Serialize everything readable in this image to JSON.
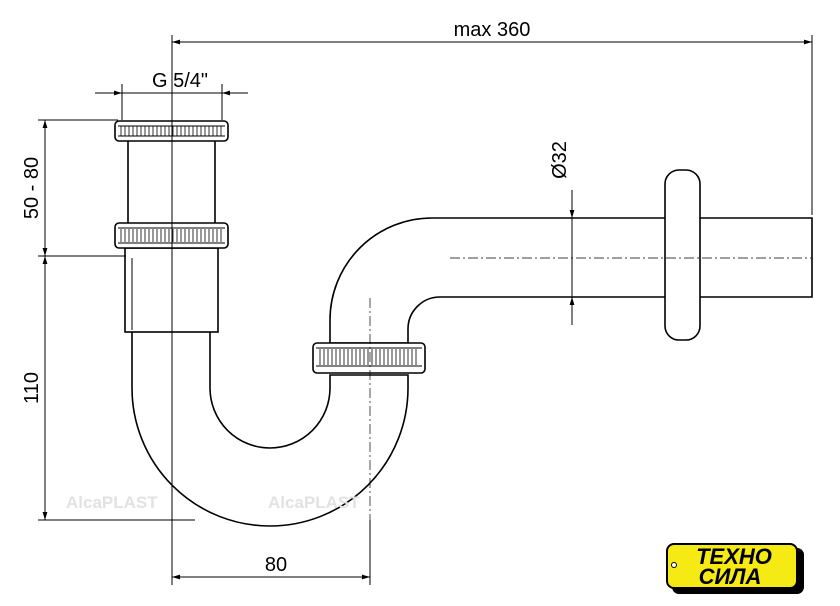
{
  "title": "Bottle siphon dimension drawing",
  "dimensions": {
    "max_length": "max 360",
    "thread": "G 5/4\"",
    "height_adjust": "50 - 80",
    "depth": "110",
    "offset": "80",
    "diameter": "Ø32"
  },
  "watermark": "AlcaPLAST",
  "logo": {
    "line1": "ТЕХНО",
    "line2": "СИЛА"
  }
}
